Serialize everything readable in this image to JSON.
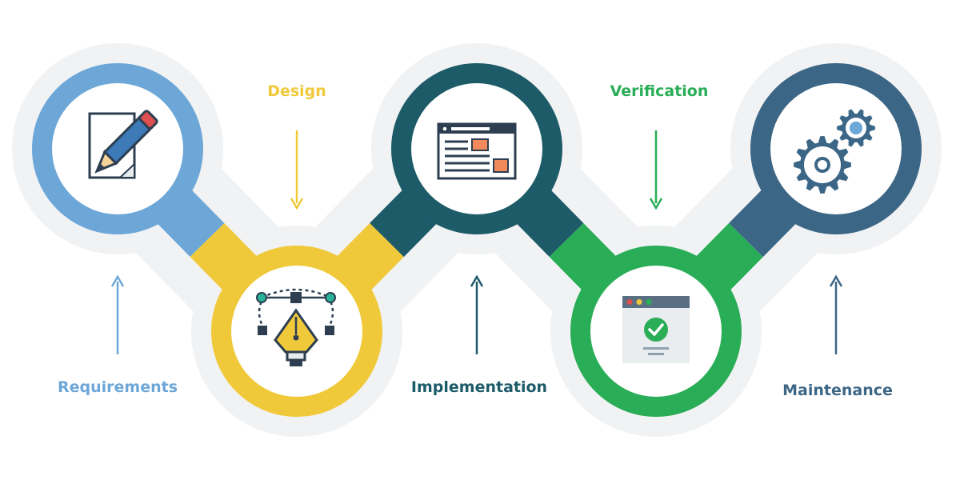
{
  "stages": [
    {
      "id": "requirements",
      "label": "Requirements",
      "color": "#6da7d8",
      "icon": "pencil-document-icon"
    },
    {
      "id": "design",
      "label": "Design",
      "color": "#f0c93b",
      "icon": "pen-tool-bezier-icon"
    },
    {
      "id": "implementation",
      "label": "Implementation",
      "color": "#1d5b69",
      "icon": "webpage-layout-icon"
    },
    {
      "id": "verification",
      "label": "Verification",
      "color": "#2aad57",
      "icon": "browser-checkmark-icon"
    },
    {
      "id": "maintenance",
      "label": "Maintenance",
      "color": "#3c6686",
      "icon": "gears-icon"
    }
  ],
  "colors": {
    "halo": "#f1f2f4",
    "icon_stroke": "#2c3e50",
    "pencil_red": "#e04f4f",
    "pencil_blue": "#3d7ab8",
    "pencil_tip": "#f5d29a",
    "accent_orange": "#f08a5d",
    "node_teal": "#2ab39a",
    "browser_bar": "#5b6f82",
    "check_green": "#2aad57"
  }
}
